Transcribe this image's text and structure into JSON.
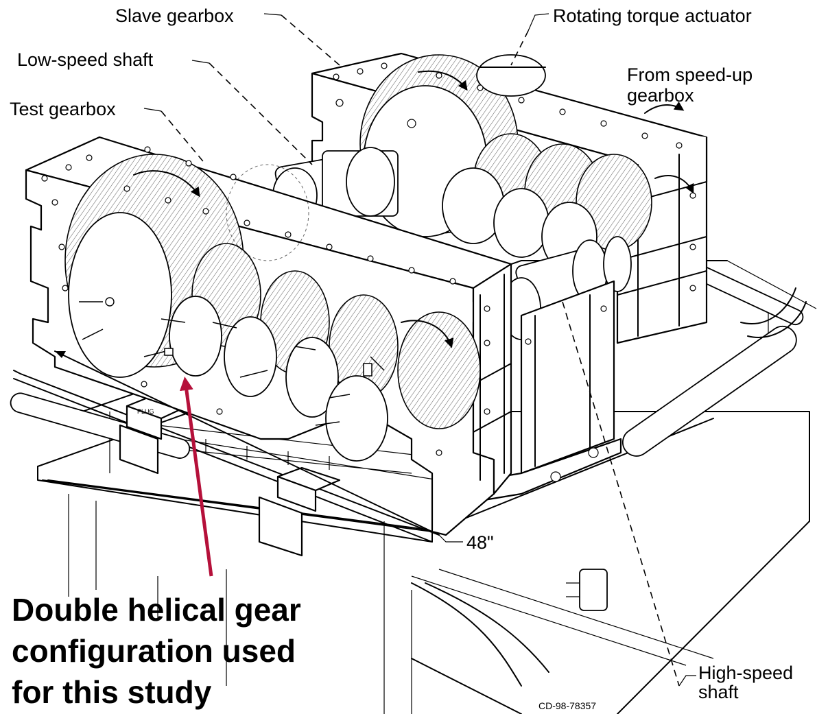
{
  "labels": {
    "slave_gearbox": "Slave gearbox",
    "rotating_torque_actuator": "Rotating torque actuator",
    "low_speed_shaft": "Low-speed shaft",
    "from_speed_up_line1": "From speed-up",
    "from_speed_up_line2": "gearbox",
    "test_gearbox": "Test gearbox",
    "dimension": "48\"",
    "high_speed_line1": "High-speed",
    "high_speed_line2": "shaft",
    "drawing_code": "CD-98-78357"
  },
  "caption": {
    "line1": "Double helical gear",
    "line2": "configuration used",
    "line3": "for this study"
  },
  "colors": {
    "arrow": "#b5103a",
    "ink": "#000000"
  }
}
